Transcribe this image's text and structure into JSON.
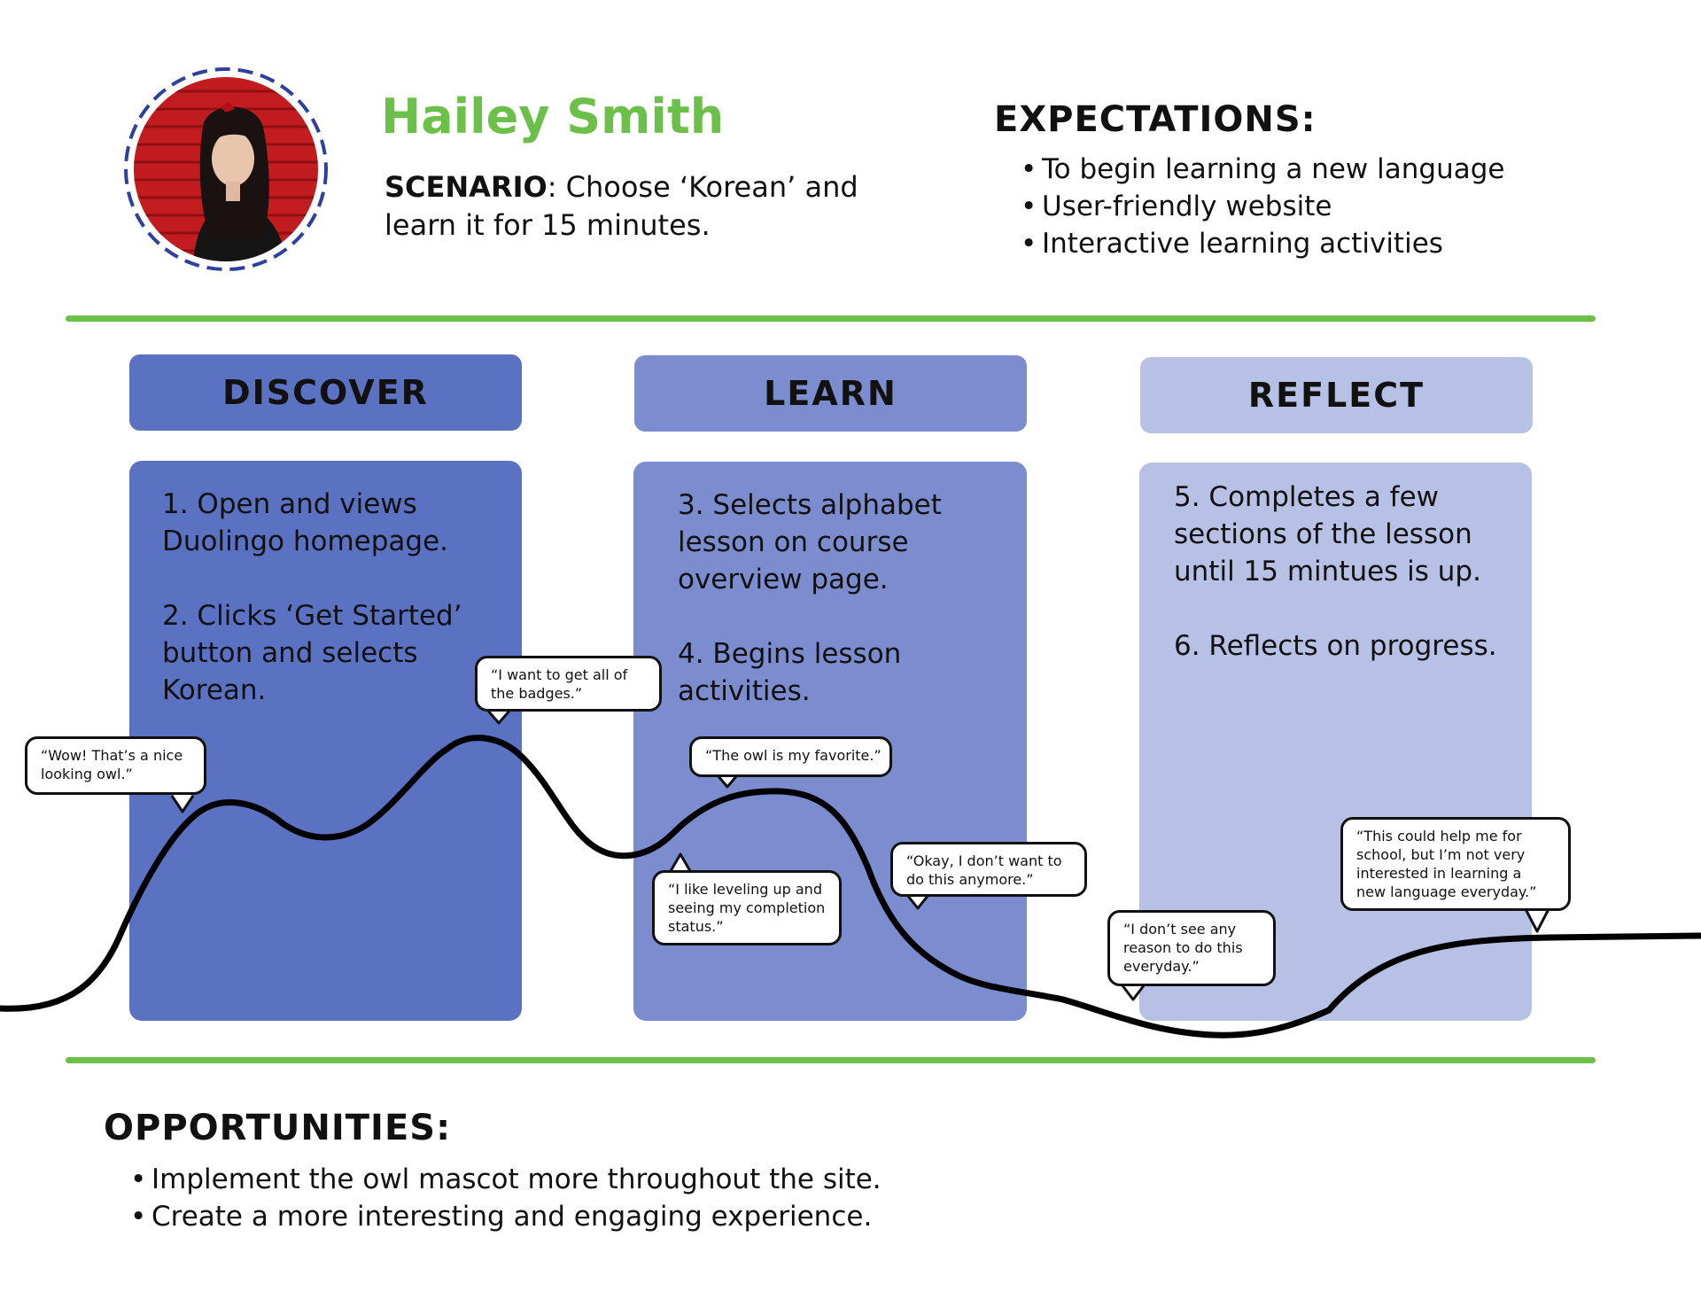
{
  "persona": {
    "name": "Hailey Smith",
    "scenario_label": "SCENARIO",
    "scenario_text": ": Choose ‘Korean’ and learn it for 15 minutes."
  },
  "expectations": {
    "title": "EXPECTATIONS:",
    "items": [
      "To begin learning a new language",
      "User-friendly website",
      "Interactive learning activities"
    ]
  },
  "stages": [
    {
      "title": "DISCOVER",
      "color": "#5b71c2",
      "steps": [
        "1. Open and views Duolingo homepage.",
        "2. Clicks ‘Get Started’ button and selects Korean."
      ]
    },
    {
      "title": "LEARN",
      "color": "#7b8dcf",
      "steps": [
        "3. Selects alphabet lesson on course overview page.",
        "4. Begins lesson activities."
      ]
    },
    {
      "title": "REFLECT",
      "color": "#b7c1e5",
      "steps": [
        "5. Completes a few sections of the lesson until 15 mintues is up.",
        "6. Reflects on progress."
      ]
    }
  ],
  "quotes": [
    "“Wow! That’s a nice looking owl.”",
    "“I want to get all of the badges.”",
    "“The owl is my favorite.”",
    "“I like leveling up and seeing my completion status.”",
    "“Okay, I don’t want to do this anymore.”",
    "“I don’t see any reason to do this everyday.”",
    "“This could help me for school, but I’m not very interested in learning a new language everyday.”"
  ],
  "opportunities": {
    "title": "OPPORTUNITIES:",
    "items": [
      "Implement the owl mascot more throughout the site.",
      "Create a more interesting and engaging experience."
    ]
  },
  "colors": {
    "accent_green": "#6cc04a",
    "avatar_ring": "#2e3f9e",
    "avatar_fill": "#c21c20"
  }
}
